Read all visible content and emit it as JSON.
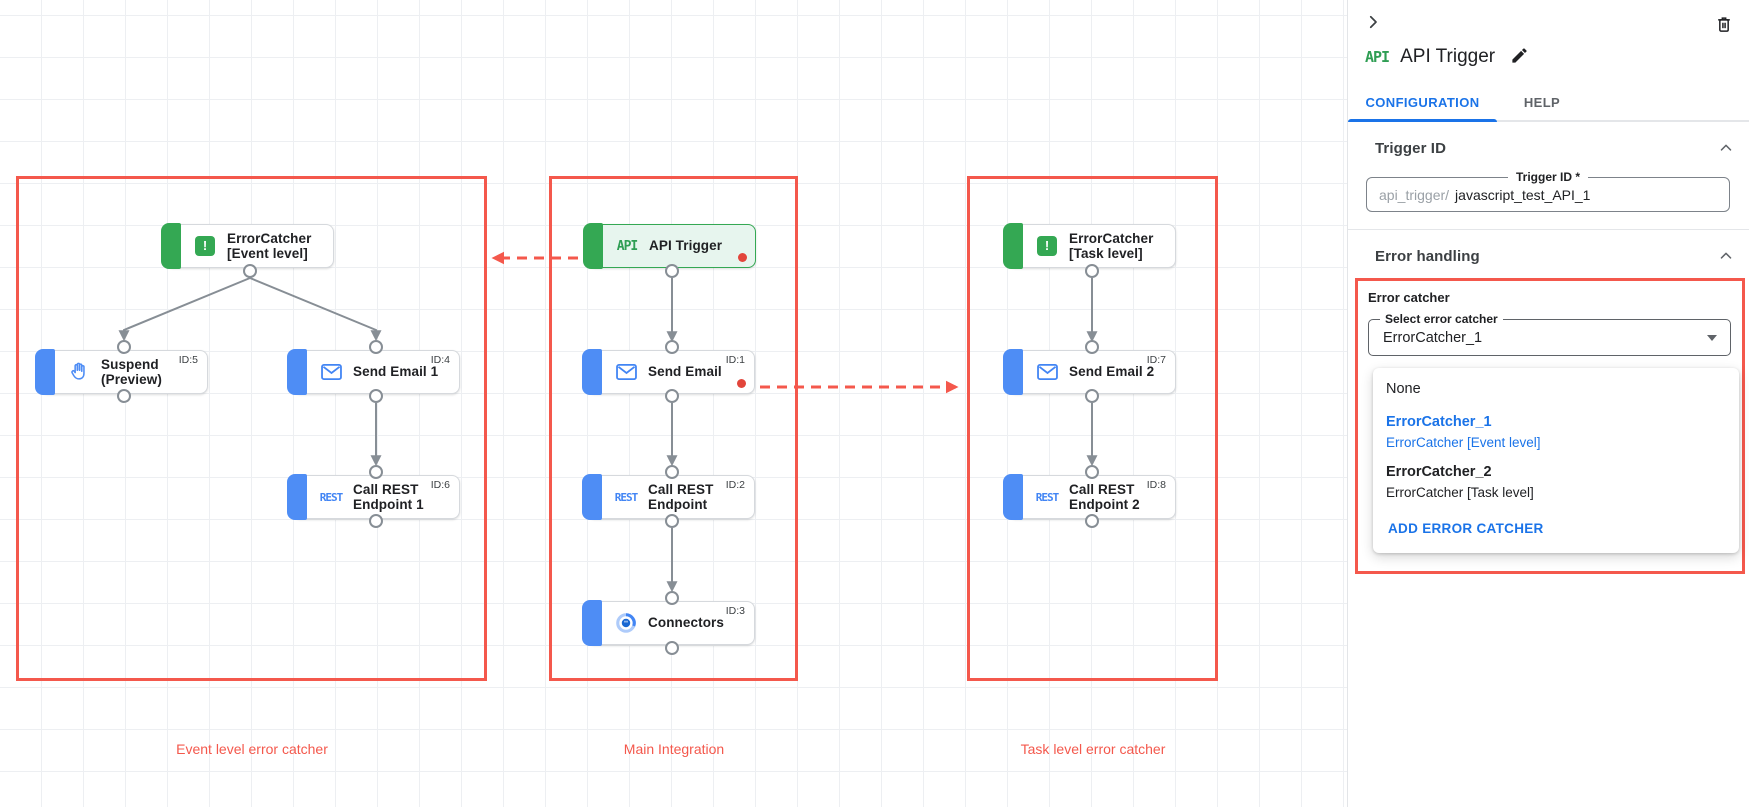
{
  "colors": {
    "annotation_red": "#f4584c",
    "node_green": "#34a853",
    "node_blue": "#4e8df5",
    "link_blue": "#1a73e8",
    "error_dot_red": "#e2453b"
  },
  "canvas": {
    "groups": [
      {
        "label": "Event level error catcher"
      },
      {
        "label": "Main Integration"
      },
      {
        "label": "Task level error catcher"
      }
    ],
    "nodes": [
      {
        "line1": "API Trigger",
        "line2": "",
        "id": "",
        "icon_text": "API"
      },
      {
        "line1": "Send Email",
        "line2": "",
        "id": "ID:1",
        "icon_text": ""
      },
      {
        "line1": "Call REST",
        "line2": "Endpoint",
        "id": "ID:2",
        "icon_text": "REST"
      },
      {
        "line1": "Connectors",
        "line2": "",
        "id": "ID:3",
        "icon_text": ""
      },
      {
        "line1": "ErrorCatcher",
        "line2": "[Event level]",
        "id": "",
        "icon_text": "!"
      },
      {
        "line1": "Suspend",
        "line2": "(Preview)",
        "id": "ID:5",
        "icon_text": ""
      },
      {
        "line1": "Send Email 1",
        "line2": "",
        "id": "ID:4",
        "icon_text": ""
      },
      {
        "line1": "Call REST",
        "line2": "Endpoint 1",
        "id": "ID:6",
        "icon_text": "REST"
      },
      {
        "line1": "ErrorCatcher",
        "line2": "[Task level]",
        "id": "",
        "icon_text": "!"
      },
      {
        "line1": "Send Email 2",
        "line2": "",
        "id": "ID:7",
        "icon_text": ""
      },
      {
        "line1": "Call REST",
        "line2": "Endpoint 2",
        "id": "ID:8",
        "icon_text": "REST"
      }
    ]
  },
  "panel": {
    "logo_text": "API",
    "title": "API Trigger",
    "tabs": [
      {
        "label": "CONFIGURATION"
      },
      {
        "label": "HELP"
      }
    ],
    "trigger_id": {
      "section_title": "Trigger ID",
      "field_label": "Trigger ID *",
      "prefix": "api_trigger/",
      "value": "javascript_test_API_1"
    },
    "error_handling": {
      "section_title": "Error handling",
      "label": "Error catcher",
      "select_label": "Select error catcher",
      "select_value": "ErrorCatcher_1",
      "dropdown": {
        "none_label": "None",
        "options": [
          {
            "name": "ErrorCatcher_1",
            "detail": "ErrorCatcher [Event level]"
          },
          {
            "name": "ErrorCatcher_2",
            "detail": "ErrorCatcher [Task level]"
          }
        ],
        "action_label": "ADD ERROR CATCHER"
      }
    }
  }
}
